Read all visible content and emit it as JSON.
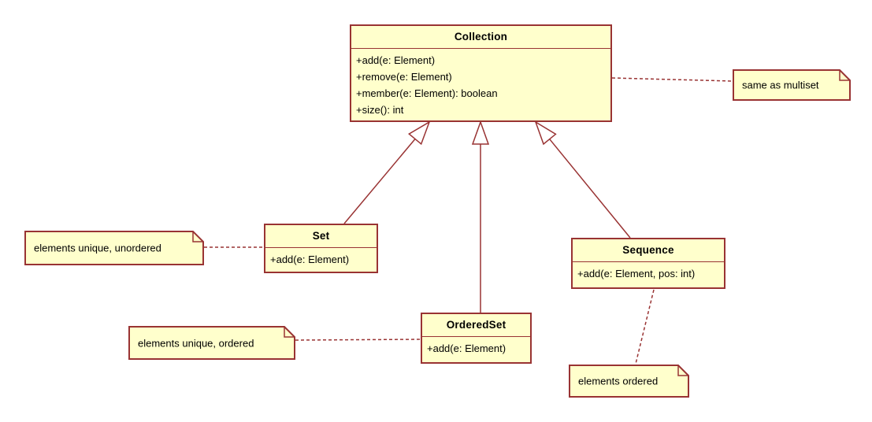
{
  "colors": {
    "node_fill": "#FFFFCC",
    "node_stroke": "#993333",
    "text": "#000000",
    "background": "#FFFFFF"
  },
  "classes": {
    "collection": {
      "name": "Collection",
      "operations": [
        "+add(e: Element)",
        "+remove(e: Element)",
        "+member(e: Element): boolean",
        "+size(): int"
      ]
    },
    "set": {
      "name": "Set",
      "operations": [
        "+add(e: Element)"
      ]
    },
    "orderedset": {
      "name": "OrderedSet",
      "operations": [
        "+add(e: Element)"
      ]
    },
    "sequence": {
      "name": "Sequence",
      "operations": [
        "+add(e: Element, pos: int)"
      ]
    }
  },
  "notes": {
    "multiset": {
      "text": "same as multiset"
    },
    "unique_unordered": {
      "text": "elements unique, unordered"
    },
    "unique_ordered": {
      "text": "elements unique, ordered"
    },
    "ordered": {
      "text": "elements ordered"
    }
  },
  "relationships": [
    {
      "type": "generalization",
      "source": "Set",
      "target": "Collection"
    },
    {
      "type": "generalization",
      "source": "OrderedSet",
      "target": "Collection"
    },
    {
      "type": "generalization",
      "source": "Sequence",
      "target": "Collection"
    },
    {
      "type": "note-anchor",
      "source": "same as multiset",
      "target": "Collection"
    },
    {
      "type": "note-anchor",
      "source": "elements unique, unordered",
      "target": "Set"
    },
    {
      "type": "note-anchor",
      "source": "elements unique, ordered",
      "target": "OrderedSet"
    },
    {
      "type": "note-anchor",
      "source": "elements ordered",
      "target": "Sequence"
    }
  ]
}
